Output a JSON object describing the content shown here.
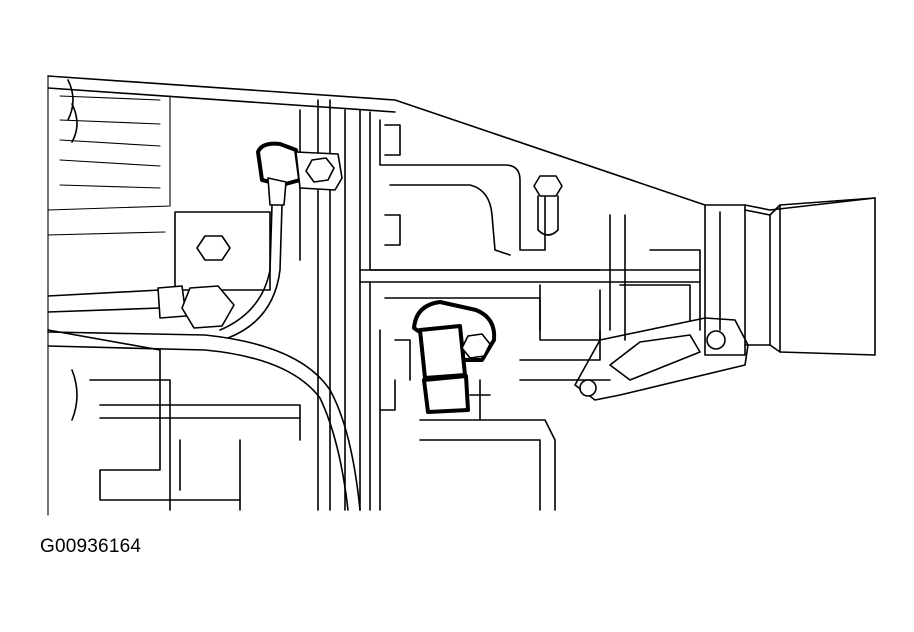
{
  "figure": {
    "id_label": "G00936164",
    "line_color": "#000000",
    "background_color": "#ffffff"
  },
  "parts": [
    {
      "name": "transmission-housing"
    },
    {
      "name": "speed-sensor"
    },
    {
      "name": "sensor-wire-harness"
    },
    {
      "name": "ground-clamp-bolt"
    },
    {
      "name": "extension-housing"
    }
  ]
}
